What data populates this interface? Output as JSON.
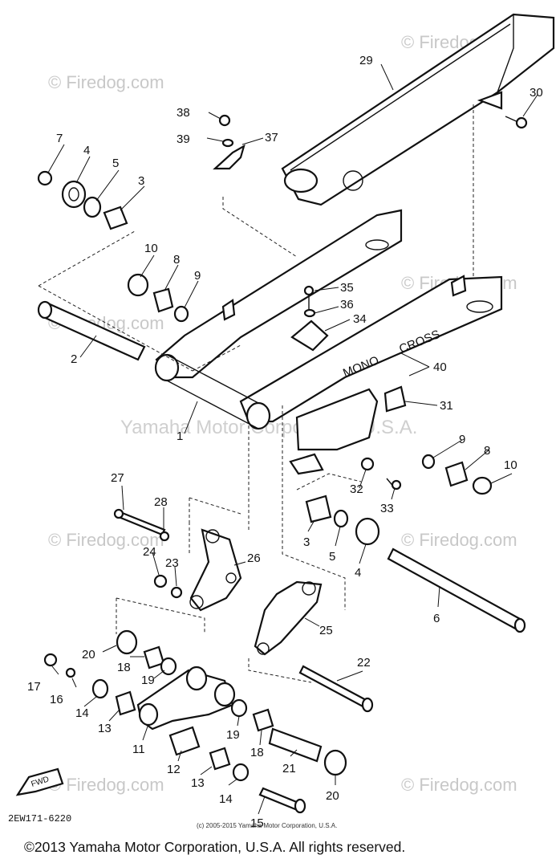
{
  "watermarks": {
    "site": "© Firedog.com",
    "center": "Yamaha Motor Corporation, U.S.A."
  },
  "callouts": {
    "c1": "1",
    "c2": "2",
    "c3a": "3",
    "c3b": "3",
    "c4a": "4",
    "c4b": "4",
    "c5a": "5",
    "c5b": "5",
    "c6": "6",
    "c7": "7",
    "c8a": "8",
    "c8b": "8",
    "c9a": "9",
    "c9b": "9",
    "c10a": "10",
    "c10b": "10",
    "c11": "11",
    "c12": "12",
    "c13a": "13",
    "c13b": "13",
    "c14a": "14",
    "c14b": "14",
    "c15": "15",
    "c16": "16",
    "c17": "17",
    "c18a": "18",
    "c18b": "18",
    "c19a": "19",
    "c19b": "19",
    "c20a": "20",
    "c20b": "20",
    "c21": "21",
    "c22": "22",
    "c23": "23",
    "c24": "24",
    "c25": "25",
    "c26": "26",
    "c27": "27",
    "c28": "28",
    "c29": "29",
    "c30": "30",
    "c31": "31",
    "c32": "32",
    "c33": "33",
    "c34": "34",
    "c35": "35",
    "c36": "36",
    "c37": "37",
    "c38": "38",
    "c39": "39",
    "c40": "40"
  },
  "swingarm_label_1": "MONO",
  "swingarm_label_2": "CROSS",
  "fwd_label": "FWD",
  "diagram_code": "2EW171-6220",
  "tiny_copyright": "(c) 2005-2015 Yamaha Motor Corporation, U.S.A.",
  "copyright": "©2013 Yamaha Motor Corporation, U.S.A. All rights reserved."
}
